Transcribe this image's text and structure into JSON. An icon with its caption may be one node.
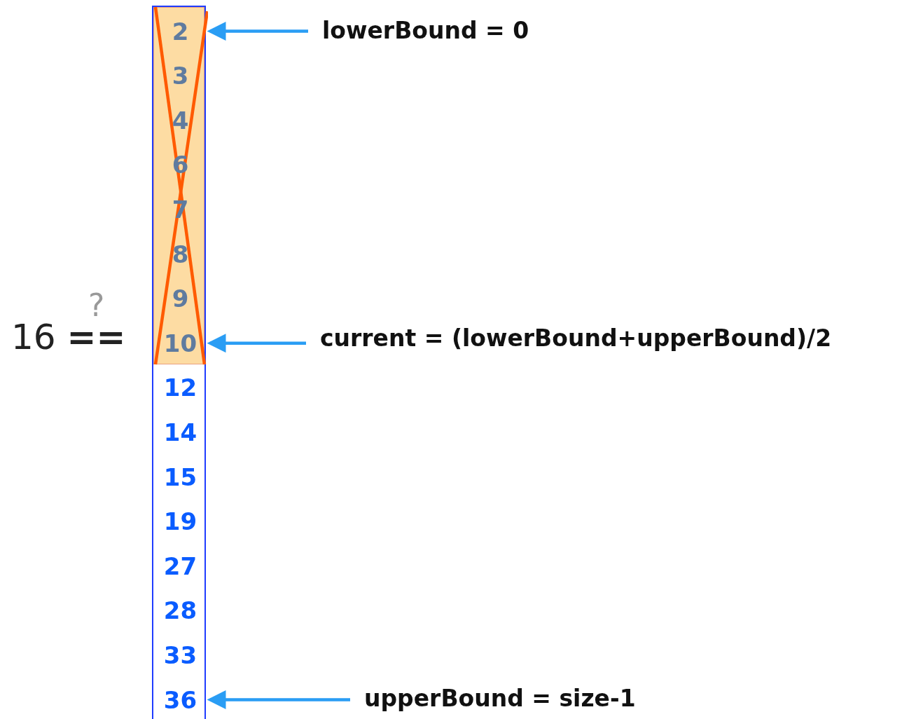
{
  "diagram": {
    "nodes": [
      {
        "text": [],
        "shape": "box"
      },
      {
        "text": [
          "2"
        ],
        "in": 0
      },
      {
        "text": [
          "3"
        ],
        "in": 0
      },
      {
        "text": [
          "4"
        ],
        "in": 0
      },
      {
        "text": [
          "6"
        ],
        "in": 0
      },
      {
        "text": [
          "7"
        ],
        "in": 0
      },
      {
        "text": [
          "8"
        ],
        "in": 0
      },
      {
        "text": [
          "9"
        ],
        "in": 0
      },
      {
        "text": [
          "10"
        ],
        "in": 0
      },
      {
        "text": [
          "12"
        ],
        "in": 0
      },
      {
        "text": [
          "14"
        ],
        "in": 0
      },
      {
        "text": [
          "15"
        ],
        "in": 0
      },
      {
        "text": [
          "19"
        ],
        "in": 0
      },
      {
        "text": [
          "27"
        ],
        "in": 0
      },
      {
        "text": [
          "28"
        ],
        "in": 0
      },
      {
        "text": [
          "33"
        ],
        "in": 0
      },
      {
        "text": [
          "36"
        ],
        "in": 0
      },
      {
        "text": [
          "lowerBound = 0"
        ]
      },
      {
        "text": [
          "current = (lowerBound+upperBound)/2"
        ]
      },
      {
        "text": [
          "upperBound = size-1"
        ]
      }
    ],
    "edges": [
      {
        "from": 17,
        "to": 1,
        "arrow": "to"
      },
      {
        "from": 18,
        "to": 8,
        "arrow": "to"
      },
      {
        "from": 19,
        "to": 16,
        "arrow": "to"
      }
    ],
    "labels": [
      "?",
      "16 **==**"
    ]
  }
}
